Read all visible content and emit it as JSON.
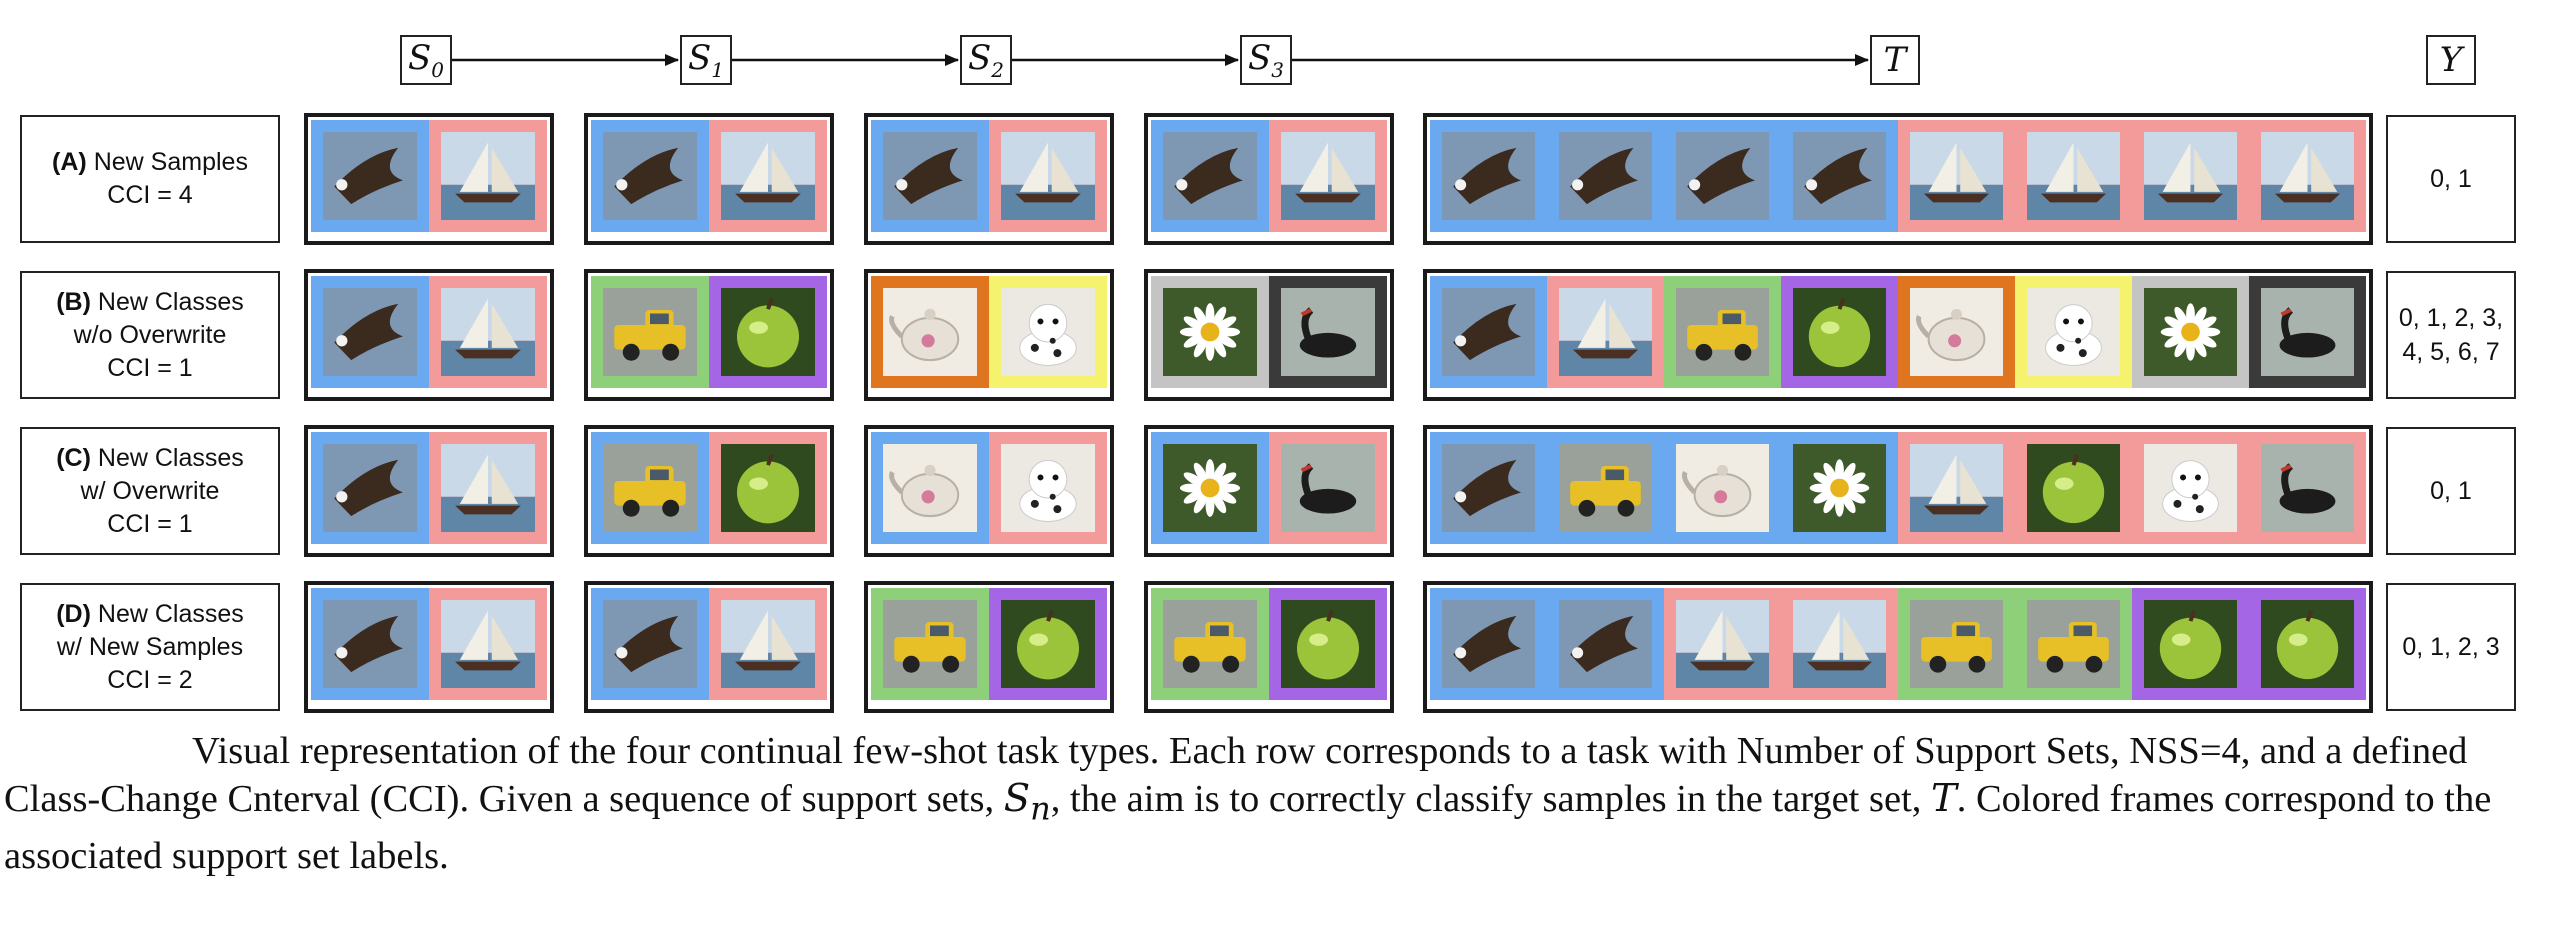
{
  "header": {
    "sequence_labels": [
      "S0",
      "S1",
      "S2",
      "S3",
      "T"
    ],
    "y_label": "Y"
  },
  "colors": {
    "blue": "#6aa9f0",
    "pink": "#f39b9b",
    "green": "#8ed07a",
    "purple": "#a566e6",
    "orange": "#e0751f",
    "yellow": "#f5f26e",
    "gray": "#c4c4c4",
    "dark": "#3a3a3a",
    "frame": "#1a1a1a"
  },
  "rows": [
    {
      "id": "A",
      "label_tag": "(A)",
      "label_line1": "New Samples",
      "label_line2": "",
      "label_cci": "CCI = 4",
      "y_values": "0, 1",
      "support_sets": [
        [
          {
            "frame": "blue",
            "icon": "eagle-icon"
          },
          {
            "frame": "pink",
            "icon": "sailboat-icon"
          }
        ],
        [
          {
            "frame": "blue",
            "icon": "eagle-icon"
          },
          {
            "frame": "pink",
            "icon": "sailboat-icon"
          }
        ],
        [
          {
            "frame": "blue",
            "icon": "eagle-icon"
          },
          {
            "frame": "pink",
            "icon": "sailboat-icon"
          }
        ],
        [
          {
            "frame": "blue",
            "icon": "eagle-icon"
          },
          {
            "frame": "pink",
            "icon": "sailboat-icon"
          }
        ]
      ],
      "target": [
        {
          "frame": "blue",
          "icon": "eagle-icon"
        },
        {
          "frame": "blue",
          "icon": "eagle-icon"
        },
        {
          "frame": "blue",
          "icon": "eagle-icon"
        },
        {
          "frame": "blue",
          "icon": "eagle-icon"
        },
        {
          "frame": "pink",
          "icon": "sailboat-icon"
        },
        {
          "frame": "pink",
          "icon": "sailboat-icon"
        },
        {
          "frame": "pink",
          "icon": "sailboat-icon"
        },
        {
          "frame": "pink",
          "icon": "sailboat-icon"
        }
      ]
    },
    {
      "id": "B",
      "label_tag": "(B)",
      "label_line1": "New Classes",
      "label_line2": "w/o Overwrite",
      "label_cci": "CCI = 1",
      "y_values": "0, 1, 2, 3, 4, 5, 6, 7",
      "support_sets": [
        [
          {
            "frame": "blue",
            "icon": "eagle-icon"
          },
          {
            "frame": "pink",
            "icon": "sailboat-icon"
          }
        ],
        [
          {
            "frame": "green",
            "icon": "truck-icon"
          },
          {
            "frame": "purple",
            "icon": "apple-icon"
          }
        ],
        [
          {
            "frame": "orange",
            "icon": "teapot-icon"
          },
          {
            "frame": "yellow",
            "icon": "dog-icon"
          }
        ],
        [
          {
            "frame": "gray",
            "icon": "flower-icon"
          },
          {
            "frame": "dark",
            "icon": "swan-icon"
          }
        ]
      ],
      "target": [
        {
          "frame": "blue",
          "icon": "eagle-icon"
        },
        {
          "frame": "pink",
          "icon": "sailboat-icon"
        },
        {
          "frame": "green",
          "icon": "truck-icon"
        },
        {
          "frame": "purple",
          "icon": "apple-icon"
        },
        {
          "frame": "orange",
          "icon": "teapot-icon"
        },
        {
          "frame": "yellow",
          "icon": "dog-icon"
        },
        {
          "frame": "gray",
          "icon": "flower-icon"
        },
        {
          "frame": "dark",
          "icon": "swan-icon"
        }
      ]
    },
    {
      "id": "C",
      "label_tag": "(C)",
      "label_line1": "New Classes",
      "label_line2": "w/ Overwrite",
      "label_cci": "CCI = 1",
      "y_values": "0, 1",
      "support_sets": [
        [
          {
            "frame": "blue",
            "icon": "eagle-icon"
          },
          {
            "frame": "pink",
            "icon": "sailboat-icon"
          }
        ],
        [
          {
            "frame": "blue",
            "icon": "truck-icon"
          },
          {
            "frame": "pink",
            "icon": "apple-icon"
          }
        ],
        [
          {
            "frame": "blue",
            "icon": "teapot-icon"
          },
          {
            "frame": "pink",
            "icon": "dog-icon"
          }
        ],
        [
          {
            "frame": "blue",
            "icon": "flower-icon"
          },
          {
            "frame": "pink",
            "icon": "swan-icon"
          }
        ]
      ],
      "target": [
        {
          "frame": "blue",
          "icon": "eagle-icon"
        },
        {
          "frame": "blue",
          "icon": "truck-icon"
        },
        {
          "frame": "blue",
          "icon": "teapot-icon"
        },
        {
          "frame": "blue",
          "icon": "flower-icon"
        },
        {
          "frame": "pink",
          "icon": "sailboat-icon"
        },
        {
          "frame": "pink",
          "icon": "apple-icon"
        },
        {
          "frame": "pink",
          "icon": "dog-icon"
        },
        {
          "frame": "pink",
          "icon": "swan-icon"
        }
      ]
    },
    {
      "id": "D",
      "label_tag": "(D)",
      "label_line1": "New Classes",
      "label_line2": "w/ New Samples",
      "label_cci": "CCI = 2",
      "y_values": "0, 1, 2, 3",
      "support_sets": [
        [
          {
            "frame": "blue",
            "icon": "eagle-icon"
          },
          {
            "frame": "pink",
            "icon": "sailboat-icon"
          }
        ],
        [
          {
            "frame": "blue",
            "icon": "eagle-icon"
          },
          {
            "frame": "pink",
            "icon": "sailboat-icon"
          }
        ],
        [
          {
            "frame": "green",
            "icon": "truck-icon"
          },
          {
            "frame": "purple",
            "icon": "apple-icon"
          }
        ],
        [
          {
            "frame": "green",
            "icon": "truck-icon"
          },
          {
            "frame": "purple",
            "icon": "apple-icon"
          }
        ]
      ],
      "target": [
        {
          "frame": "blue",
          "icon": "eagle-icon"
        },
        {
          "frame": "blue",
          "icon": "eagle-icon"
        },
        {
          "frame": "pink",
          "icon": "sailboat-icon"
        },
        {
          "frame": "pink",
          "icon": "sailboat-icon"
        },
        {
          "frame": "green",
          "icon": "truck-icon"
        },
        {
          "frame": "green",
          "icon": "truck-icon"
        },
        {
          "frame": "purple",
          "icon": "apple-icon"
        },
        {
          "frame": "purple",
          "icon": "apple-icon"
        }
      ]
    }
  ],
  "caption": {
    "part1": "Visual representation of the four continual few-shot task types. Each row corresponds to a task with Number of Support Sets, NSS=4, and a defined Class-Change Cnterval (CCI). Given a sequence of support sets, ",
    "symbol_s": "S",
    "symbol_s_sub": "n",
    "part2": ", the aim is to correctly classify samples in the target set, ",
    "symbol_t": "T",
    "part3": ". Colored frames correspond to the associated support set labels."
  }
}
